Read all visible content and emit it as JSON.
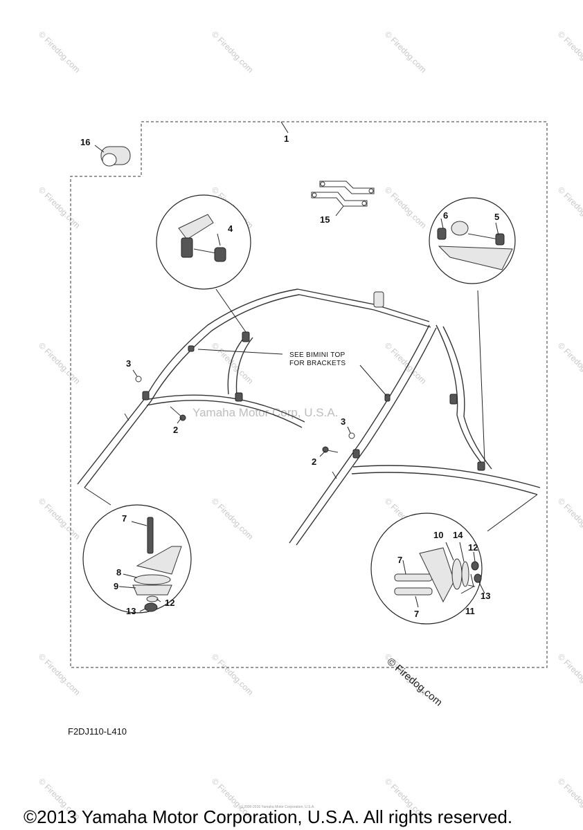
{
  "watermarks": {
    "grid_text": "© Firedog.com",
    "center_text": "Yamaha Motor Corp, U.S.A."
  },
  "note": {
    "line1": "SEE BIMINI TOP",
    "line2": "FOR BRACKETS"
  },
  "firedog_mark": "© Firedog.com",
  "part_code": "F2DJ110-L410",
  "footer": "©2013 Yamaha Motor Corporation, U.S.A. All rights reserved.",
  "fine_print": "(c) 2000-2016 Yamaha Motor Corporation, U.S.A.",
  "callouts": {
    "c1": "1",
    "c2a": "2",
    "c2b": "2",
    "c3a": "3",
    "c3b": "3",
    "c4": "4",
    "c5": "5",
    "c6": "6",
    "c7a": "7",
    "c7b": "7",
    "c7c": "7",
    "c8": "8",
    "c9": "9",
    "c10": "10",
    "c11": "11",
    "c12a": "12",
    "c12b": "12",
    "c13a": "13",
    "c13b": "13",
    "c14": "14",
    "c15": "15",
    "c16": "16"
  }
}
